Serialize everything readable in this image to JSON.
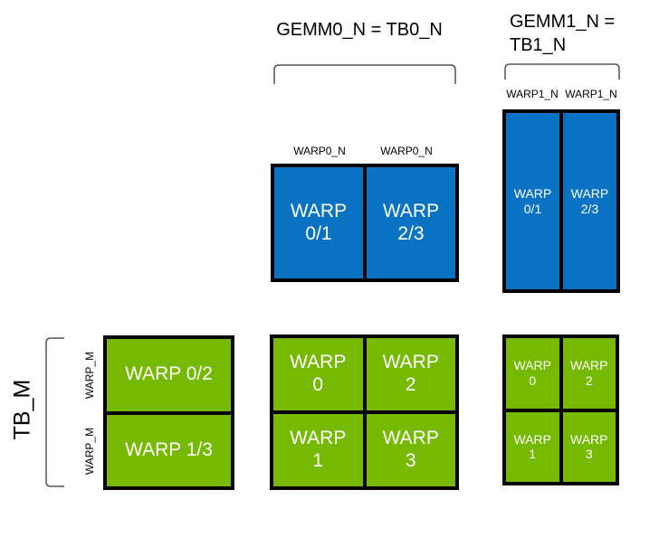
{
  "titles": {
    "gemm0": "GEMM0_N = TB0_N",
    "gemm1_line1": "GEMM1_N =",
    "gemm1_line2": "TB1_N"
  },
  "axis_labels": {
    "tb_m": "TB_M",
    "warp_m_row0": "WARP_M",
    "warp_m_row1": "WARP_M",
    "warp0_n_col0": "WARP0_N",
    "warp0_n_col1": "WARP0_N",
    "warp1_n_col0": "WARP1_N",
    "warp1_n_col1": "WARP1_N"
  },
  "groups": {
    "gemm0_accum": {
      "cells": [
        {
          "line1": "WARP",
          "line2": "0/1"
        },
        {
          "line1": "WARP",
          "line2": "2/3"
        }
      ]
    },
    "gemm1_accum": {
      "cells": [
        {
          "line1": "WARP",
          "line2": "0/1"
        },
        {
          "line1": "WARP",
          "line2": "2/3"
        }
      ]
    },
    "tb_m_rows": {
      "cells": [
        {
          "label": "WARP 0/2"
        },
        {
          "label": "WARP 1/3"
        }
      ]
    },
    "gemm0_warps": {
      "cells": [
        {
          "line1": "WARP",
          "line2": "0"
        },
        {
          "line1": "WARP",
          "line2": "2"
        },
        {
          "line1": "WARP",
          "line2": "1"
        },
        {
          "line1": "WARP",
          "line2": "3"
        }
      ]
    },
    "gemm1_warps": {
      "cells": [
        {
          "line1": "WARP",
          "line2": "0"
        },
        {
          "line1": "WARP",
          "line2": "2"
        },
        {
          "line1": "WARP",
          "line2": "1"
        },
        {
          "line1": "WARP",
          "line2": "3"
        }
      ]
    }
  },
  "colors": {
    "blue": "#0a72c2",
    "green": "#76b900",
    "border": "#000000",
    "bracket": "#555555",
    "cell_text": "#ffffff"
  }
}
